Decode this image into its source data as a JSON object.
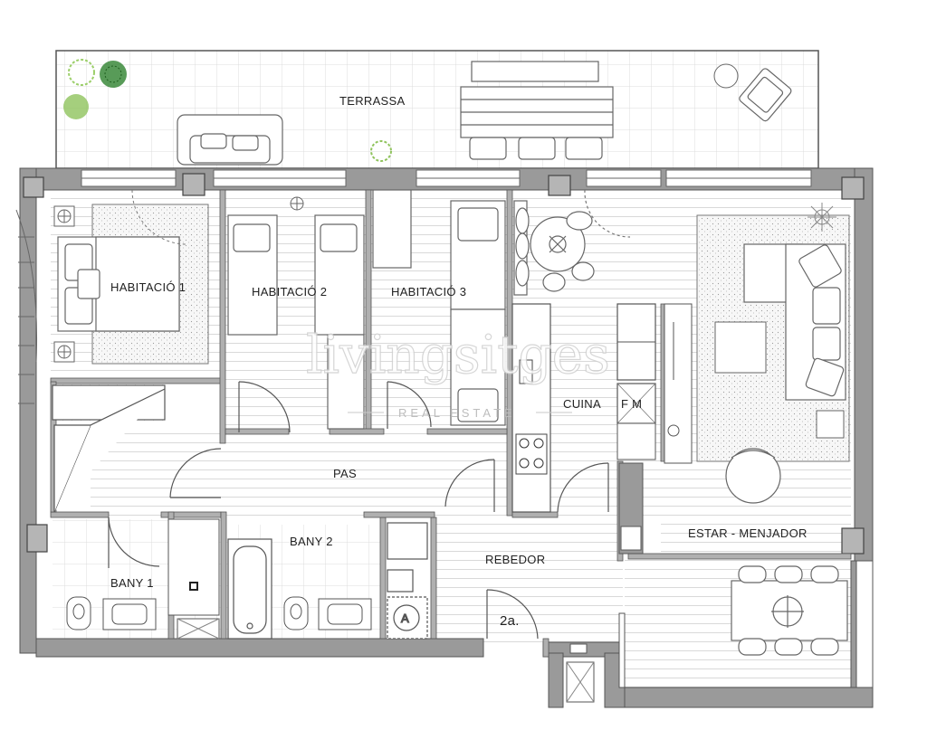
{
  "rooms": {
    "terrace": "TERRASSA",
    "bedroom1": "HABITACIÓ 1",
    "bedroom2": "HABITACIÓ 2",
    "bedroom3": "HABITACIÓ 3",
    "kitchen": "CUINA",
    "hallway": "PAS",
    "bathroom1": "BANY 1",
    "bathroom2": "BANY 2",
    "entrance": "REBEDOR",
    "living_dining": "ESTAR - MENJADOR"
  },
  "appliance_labels": {
    "fridge": "F M",
    "meter": "A"
  },
  "door_label": "2a.",
  "watermark": {
    "brand": "livingsitges",
    "tagline": "REAL ESTATE"
  },
  "colors": {
    "wall": "#9a9a9a",
    "floor_lines": "#dedede",
    "line": "#555555",
    "plant_dark": "#3b8a3b",
    "plant_light": "#9ccf6a"
  }
}
